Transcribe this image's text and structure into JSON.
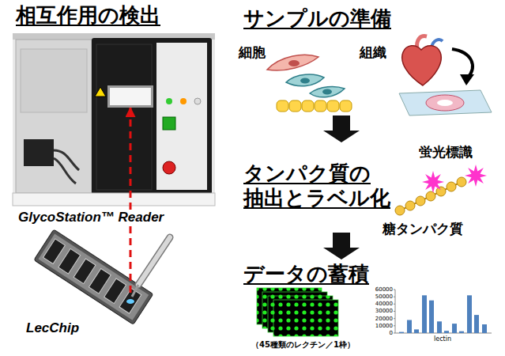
{
  "diagram": {
    "title": "相互作用の検出",
    "nodes": [
      {
        "text": [
          "サンプルの準備"
        ]
      },
      {
        "text": [
          "タンパク質の 抽出とラベル化"
        ]
      },
      {
        "text": [
          "データの蓄積"
        ]
      },
      {
        "text": [
          "GlycoStation™ Reader"
        ]
      },
      {
        "text": [
          "LecChip"
        ]
      }
    ],
    "edges": [
      {
        "from": 0,
        "to": 1,
        "arrow": "to"
      },
      {
        "from": 1,
        "to": 2,
        "arrow": "to"
      },
      {
        "from": 4,
        "to": 3,
        "arrow": "to"
      }
    ],
    "labels": [
      "細胞",
      "組織",
      "蛍光標識",
      "糖タンパク質",
      "（45種類のレクチン／1枠）",
      "0",
      "10000",
      "20000",
      "30000",
      "40000",
      "50000",
      "60000",
      "lectin"
    ]
  }
}
